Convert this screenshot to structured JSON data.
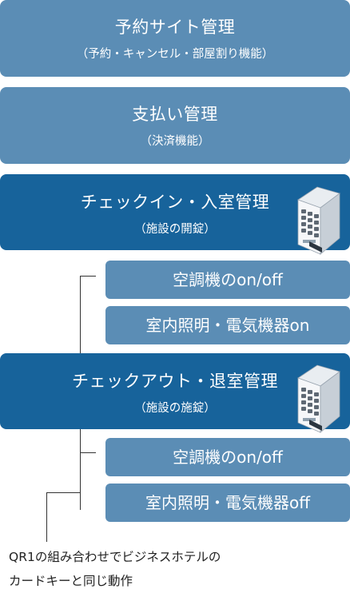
{
  "boxes": {
    "reservation": {
      "title": "予約サイト管理",
      "subtitle": "（予約・キャンセル・部屋割り機能）"
    },
    "payment": {
      "title": "支払い管理",
      "subtitle": "（決済機能）"
    },
    "checkin": {
      "title": "チェックイン・入室管理",
      "subtitle": "（施設の開錠）"
    },
    "checkout": {
      "title": "チェックアウト・退室管理",
      "subtitle": "（施設の施錠）"
    }
  },
  "checkin_actions": [
    "空調機のon/off",
    "室内照明・電気機器on"
  ],
  "checkout_actions": [
    "空調機のon/off",
    "室内照明・電気機器off"
  ],
  "note": {
    "line1": "QR1の組み合わせでビジネスホテルの",
    "line2": "カードキーと同じ動作"
  },
  "colors": {
    "light_box": "#5b8db5",
    "dark_box": "#17639b",
    "connector": "#333333"
  },
  "icons": [
    "keypad-lock-icon"
  ]
}
